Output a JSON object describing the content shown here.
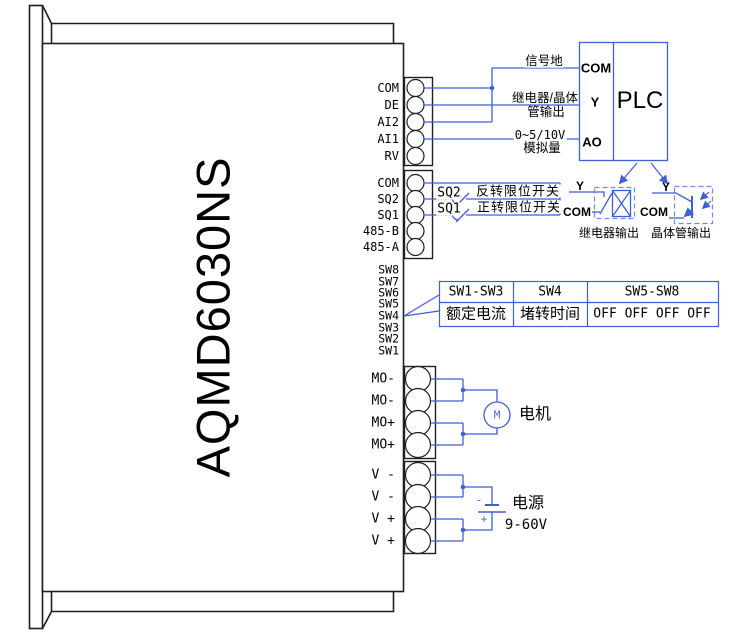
{
  "colors": {
    "wire_blue": "#3f5fd8",
    "dashed_blue": "#7388e0",
    "outline_black": "#1f1f1f"
  },
  "board": {
    "model": "AQMD6030NS"
  },
  "terminals": {
    "signal": [
      "COM",
      "DE",
      "AI2",
      "AI1",
      "RV"
    ],
    "comm": [
      "COM",
      "SQ2",
      "SQ1",
      "485-B",
      "485-A"
    ],
    "dip": [
      "SW8",
      "SW7",
      "SW6",
      "SW5",
      "SW4",
      "SW3",
      "SW2",
      "SW1"
    ],
    "motor": [
      "MO-",
      "MO-",
      "MO+",
      "MO+"
    ],
    "power": [
      "V -",
      "V -",
      "V +",
      "V +"
    ]
  },
  "plc": {
    "name": "PLC",
    "ports": [
      "COM",
      "Y",
      "AO"
    ]
  },
  "wire_labels": {
    "signal_ground": "信号地",
    "relay_transistor_line1": "继电器/晶体",
    "relay_transistor_line2": "管输出",
    "analog_line1": "0~5/10V",
    "analog_line2": "模拟量"
  },
  "limit_switches": {
    "sq2": {
      "tag": "SQ2",
      "label": "反转限位开关"
    },
    "sq1": {
      "tag": "SQ1",
      "label": "正转限位开关"
    }
  },
  "outputs": {
    "relay": {
      "y": "Y",
      "com": "COM",
      "caption": "继电器输出"
    },
    "transistor": {
      "y": "Y",
      "com": "COM",
      "caption": "晶体管输出"
    }
  },
  "dip_table": {
    "headers": [
      "SW1-SW3",
      "SW4",
      "SW5-SW8"
    ],
    "values": [
      "额定电流",
      "堵转时间",
      "OFF OFF OFF OFF"
    ]
  },
  "motor": {
    "symbol": "M",
    "label": "电机"
  },
  "power_supply": {
    "label": "电源",
    "voltage": "9-60V",
    "plus": "+",
    "minus": "-"
  }
}
